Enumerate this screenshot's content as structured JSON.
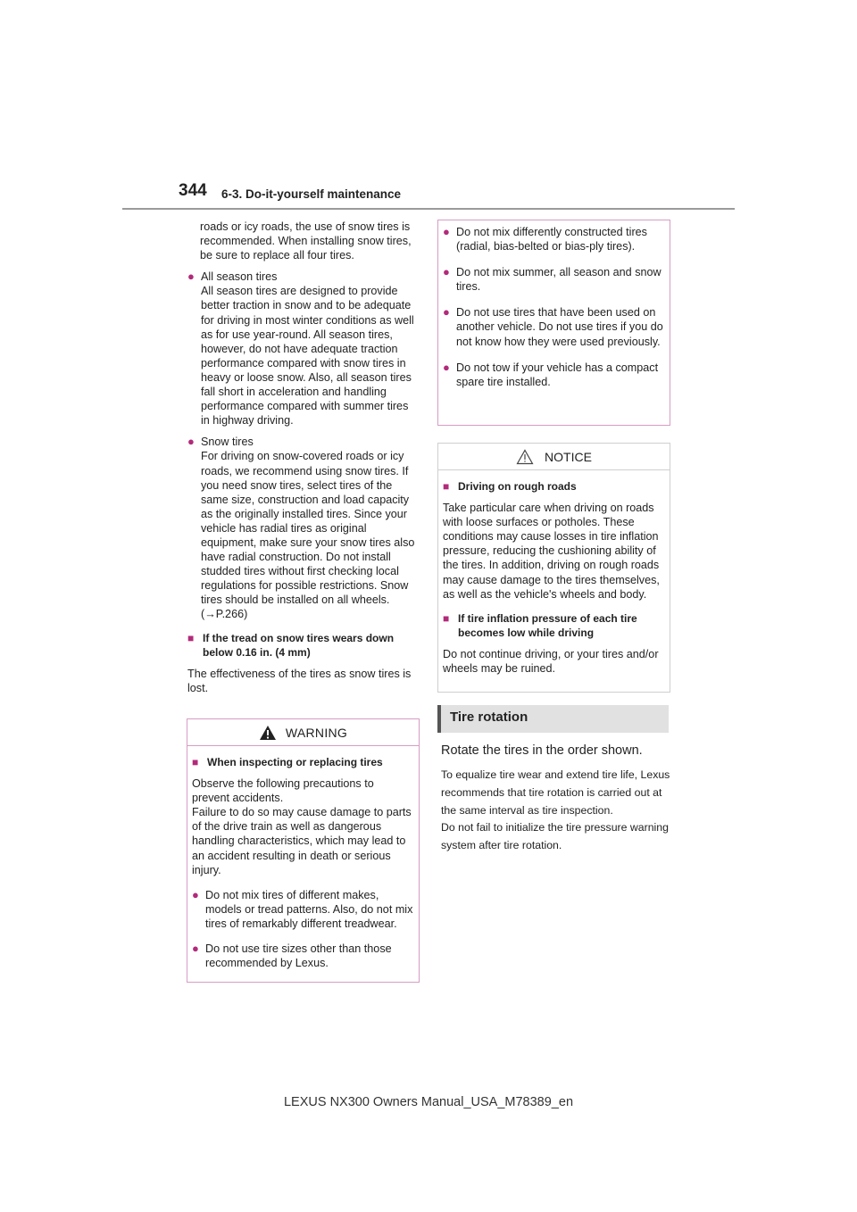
{
  "header": {
    "page_number": "344",
    "section_title": "6-3. Do-it-yourself maintenance"
  },
  "left": {
    "intro": "roads or icy roads, the use of snow tires is recommended. When installing snow tires, be sure to replace all four tires.",
    "all_season_title": "All season tires",
    "all_season_text": "All season tires are designed to provide better traction in snow and to be adequate for driving in most winter conditions as well as for use year-round. All season tires, however, do not have adequate traction performance compared with snow tires in heavy or loose snow. Also, all season tires fall short in acceleration and handling performance compared with summer tires in highway driving.",
    "snow_title": "Snow tires",
    "snow_text": "For driving on snow-covered roads or icy roads, we recommend using snow tires. If you need snow tires, select tires of the same size, construction and load capacity as the originally installed tires. Since your vehicle has radial tires as original equipment, make sure your snow tires also have radial construction. Do not install studded tires without first checking local regulations for possible restrictions. Snow tires should be installed on all wheels. (→P.266)",
    "tread_heading": "If the tread on snow tires wears down below 0.16 in. (4 mm)",
    "tread_text": "The effectiveness of the tires as snow tires is lost."
  },
  "warning": {
    "title": "WARNING",
    "heading": "When inspecting or replacing tires",
    "text1": "Observe the following precautions to prevent accidents.",
    "text2": "Failure to do so may cause damage to parts of the drive train as well as dangerous handling characteristics, which may lead to an accident resulting in death or serious injury.",
    "bullets": [
      "Do not mix tires of different makes, models or tread patterns. Also, do not mix tires of remarkably different treadwear.",
      "Do not use tire sizes other than those recommended by Lexus."
    ]
  },
  "cont_box": {
    "bullets": [
      "Do not mix differently constructed tires (radial, bias-belted or bias-ply tires).",
      "Do not mix summer, all season and snow tires.",
      "Do not use tires that have been used on another vehicle. Do not use tires if you do not know how they were used previously.",
      "Do not tow if your vehicle has a compact spare tire installed."
    ]
  },
  "notice": {
    "title": "NOTICE",
    "heading1": "Driving on rough roads",
    "text1": "Take particular care when driving on roads with loose surfaces or potholes. These conditions may cause losses in tire inflation pressure, reducing the cushioning ability of the tires. In addition, driving on rough roads may cause damage to the tires themselves, as well as the vehicle's wheels and body.",
    "heading2": "If tire inflation pressure of each tire becomes low while driving",
    "text2": "Do not continue driving, or your tires and/or wheels may be ruined."
  },
  "rotation": {
    "heading": "Tire rotation",
    "lead": "Rotate the tires in the order shown.",
    "text1": "To equalize tire wear and extend tire life, Lexus recommends that tire rotation is carried out at the same interval as tire inspection.",
    "text2": "Do not fail to initialize the tire pressure warning system after tire rotation."
  },
  "footer": "LEXUS NX300 Owners Manual_USA_M78389_en"
}
